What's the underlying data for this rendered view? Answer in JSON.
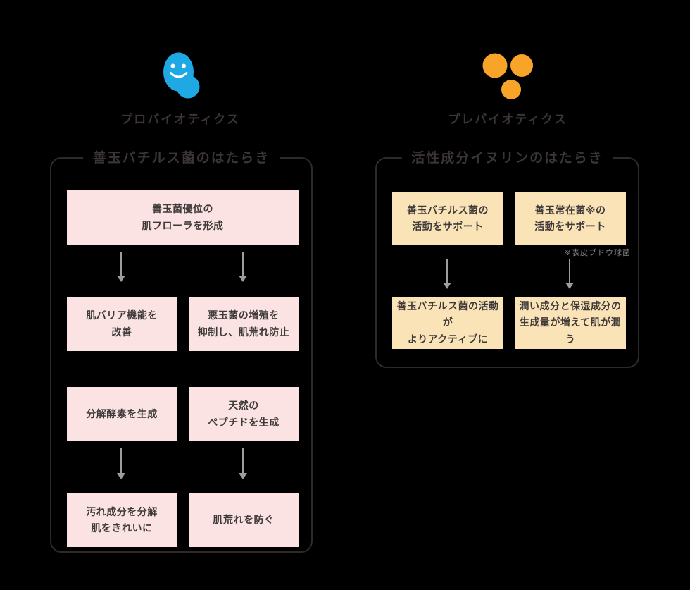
{
  "colors": {
    "background": "#000000",
    "panel_border": "#2e2a29",
    "heading_text": "#3b3534",
    "box_text": "#3e3a39",
    "pink_box": "#fae3e2",
    "cream_box": "#fbe3b8",
    "arrow": "#9d9d9d",
    "note_text": "#848484",
    "probiotics_icon": "#1fa9e4",
    "prebiotics_icon": "#f7a428",
    "icon_face": "#ffffff"
  },
  "left": {
    "icon_name": "blue-bacillus-smiley-icon",
    "header": "プロバイオティクス",
    "panel_title": "善玉バチルス菌のはたらき",
    "flow": {
      "top_box": "善玉菌優位の\n肌フローラを形成",
      "row2_left": "肌バリア機能を\n改善",
      "row2_right": "悪玉菌の増殖を\n抑制し、肌荒れ防止",
      "row3_left": "分解酵素を生成",
      "row3_right": "天然の\nペプチドを生成",
      "row4_left": "汚れ成分を分解\n肌をきれいに",
      "row4_right": "肌荒れを防ぐ"
    }
  },
  "right": {
    "icon_name": "orange-inulin-dots-icon",
    "header": "プレバイオティクス",
    "panel_title": "活性成分イヌリンのはたらき",
    "flow": {
      "row1_left": "善玉バチルス菌の\n活動をサポート",
      "row1_right": "善玉常在菌※の\n活動をサポート",
      "note": "※表皮ブドウ球菌",
      "row2_left": "善玉バチルス菌の活動が\nよりアクティブに",
      "row2_right": "潤い成分と保湿成分の\n生成量が増えて肌が潤う"
    }
  }
}
